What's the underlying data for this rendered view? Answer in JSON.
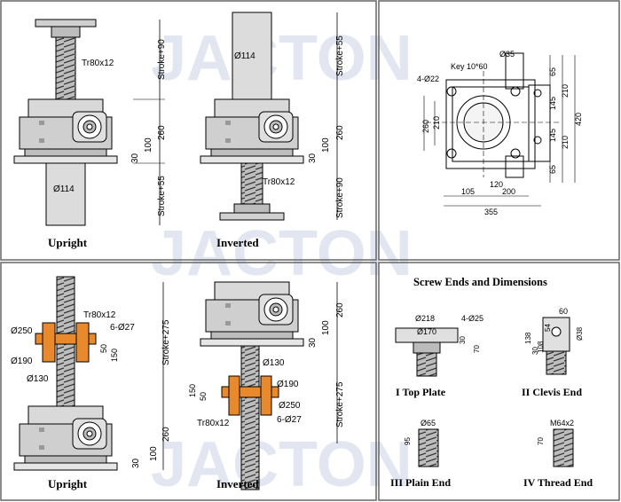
{
  "colors": {
    "line": "#000000",
    "frame": "#666666",
    "metal_light": "#e8e8e8",
    "metal_mid": "#cfcfcf",
    "metal_dark": "#9a9a9a",
    "flange_nut": "#e8892b",
    "watermark": "#c9d3e6"
  },
  "watermark_text": "JACTON",
  "panel_upright": {
    "caption_upright": "Upright",
    "caption_inverted": "Inverted",
    "upright_dims": {
      "screw": "Tr80x12",
      "tube": "Ø114",
      "stroke_top": "Stroke+90",
      "stroke_bottom": "Stroke+55",
      "h260": "260",
      "h100": "100",
      "h30": "30"
    },
    "inverted_dims": {
      "screw": "Tr80x12",
      "tube": "Ø114",
      "stroke_top": "Stroke+55",
      "stroke_bottom": "Stroke+90",
      "h260": "260",
      "h100": "100",
      "h30": "30"
    }
  },
  "panel_top_view": {
    "key": "Key 10*60",
    "holes": "4-Ø22",
    "d35": "Ø35",
    "v65a": "65",
    "v210a": "210",
    "v145a": "145",
    "v145b": "145",
    "v210b": "210",
    "v65b": "65",
    "v420": "420",
    "l260": "260",
    "l210": "210",
    "h105": "105",
    "h120": "120",
    "h200": "200",
    "h355": "355"
  },
  "panel_traveling": {
    "caption_upright": "Upright",
    "caption_inverted": "Inverted",
    "upright_dims": {
      "screw": "Tr80x12",
      "holes": "6-Ø27",
      "d250": "Ø250",
      "d190": "Ø190",
      "d130": "Ø130",
      "n50": "50",
      "n150": "150",
      "stroke": "Stroke+275",
      "h260": "260",
      "h100": "100",
      "h30": "30"
    },
    "inverted_dims": {
      "screw": "Tr80x12",
      "holes": "6-Ø27",
      "d130": "Ø130",
      "d190": "Ø190",
      "d250": "Ø250",
      "n150": "150",
      "n50": "50",
      "stroke": "Stroke+275",
      "h260": "260",
      "h100": "100",
      "h30": "30"
    }
  },
  "panel_screw_ends": {
    "title": "Screw Ends and Dimensions",
    "top_plate": {
      "label": "I  Top Plate",
      "d218": "Ø218",
      "d170": "Ø170",
      "holes": "4-Ø25",
      "n30": "30",
      "n70": "70"
    },
    "clevis_end": {
      "label": "II  Clevis End",
      "n60": "60",
      "n138": "138",
      "n30": "30",
      "n108": "108",
      "n54": "54",
      "d38": "Ø38"
    },
    "plain_end": {
      "label": "III  Plain End",
      "d65": "Ø65",
      "n95": "95"
    },
    "thread_end": {
      "label": "IV  Thread End",
      "thread": "M64x2",
      "n70": "70"
    }
  }
}
